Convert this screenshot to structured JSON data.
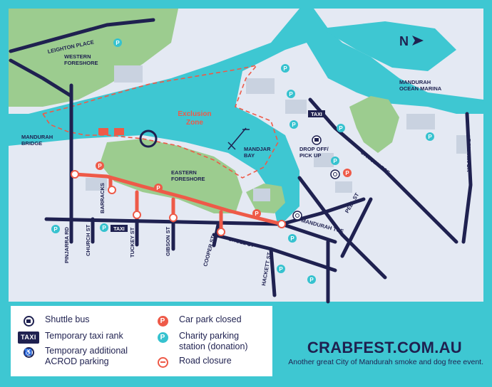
{
  "map": {
    "compass": "N",
    "exclusion_zone": "Exclusion\nZone",
    "labels": {
      "leighton_place": "LEIGHTON PLACE",
      "western_foreshore": "WESTERN\nFORESHORE",
      "mandurah_bridge": "MANDURAH\nBRIDGE",
      "eastern_foreshore": "EASTERN\nFORESHORE",
      "mandjar_bay": "MANDJAR\nBAY",
      "drop_off": "DROP OFF/\nPICK UP",
      "ocean_marina": "MANDURAH\nOCEAN MARINA",
      "ormsby_tce": "ORMSBY TCE",
      "dolphin_dr": "DOLPHIN DR",
      "peel_st": "PEEL ST",
      "mandurah_tce": "MANDURAH TCE",
      "sholl_st": "SHOLL ST",
      "cooper_st": "COOPER ST",
      "gibson_st": "GIBSON ST",
      "tuckey_st": "TUCKEY ST",
      "church_st": "CHURCH ST",
      "barracks": "BARRACKS",
      "pinjarra_rd": "PINJARRA RD",
      "hackett_st": "HACKETT ST"
    },
    "taxi_badge": "TAXI",
    "parking_letter": "P"
  },
  "legend": {
    "shuttle_bus": "Shuttle bus",
    "taxi_rank": "Temporary taxi rank",
    "acrod": "Temporary additional\nACROD parking",
    "car_park_closed": "Car park closed",
    "charity_parking": "Charity parking\nstation (donation)",
    "road_closure": "Road closure",
    "taxi_badge": "TAXI"
  },
  "footer": {
    "site": "CRABFEST.COM.AU",
    "tagline": "Another great City of Mandurah smoke and dog free event."
  },
  "colors": {
    "frame": "#3ec7d2",
    "water": "#3ec7d2",
    "land": "#e4e9f3",
    "park": "#9ccc8f",
    "road": "#1f2150",
    "closure": "#ee5a48",
    "building": "#c9d2e0",
    "parking": "#36c2cf"
  }
}
